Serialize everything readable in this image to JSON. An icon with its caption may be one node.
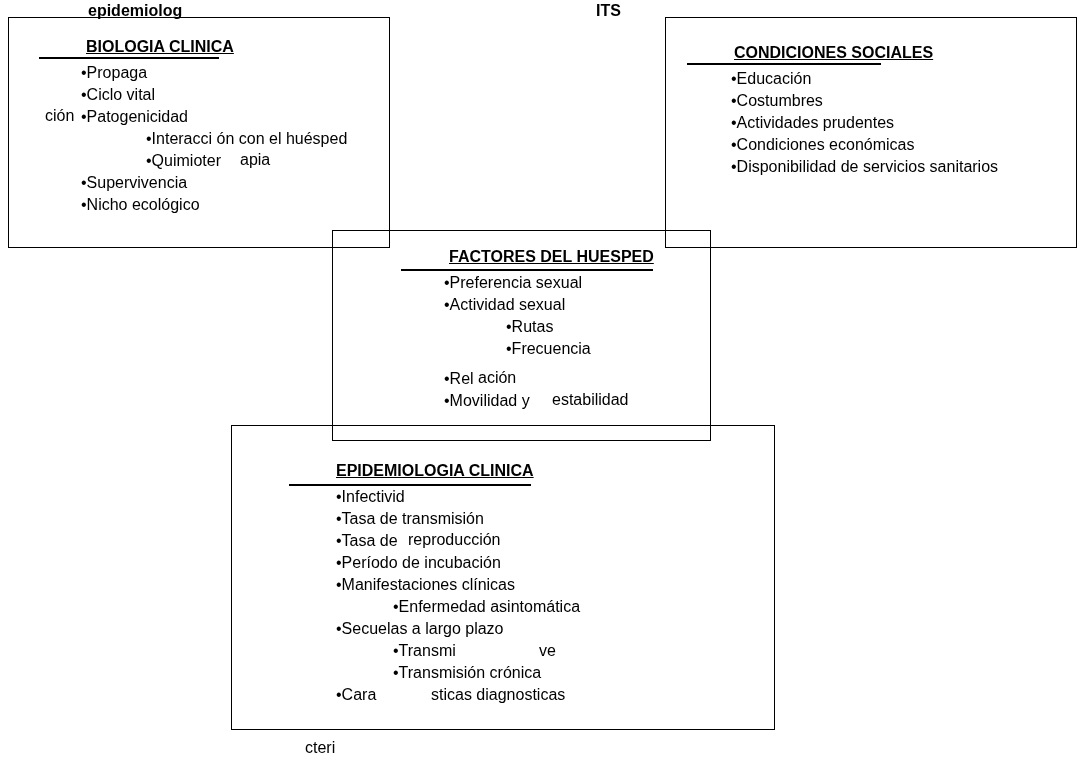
{
  "diagram": {
    "nodes": [
      {
        "text": [
          "BIOLOGIA CLINICA",
          "•Propaga",
          "•Ciclo  vital",
          "•Patogenicidad",
          "•Interacci ón  con el huésped",
          "•Quimioter",
          "•Supervivencia",
          "•Nicho ecológico"
        ]
      },
      {
        "text": [
          "CONDICIONES SOCIALES",
          "•Educación",
          "•Costumbres",
          "•Actividades prudentes",
          "•Condiciones económicas",
          "•Disponibilidad de servicios sanitarios"
        ]
      },
      {
        "text": [
          "FACTORES DEL HUESPED",
          "•Preferencia sexual",
          "•Actividad sexual",
          "•Rutas",
          "•Frecuencia",
          "•Rel",
          "•Movilidad y"
        ]
      },
      {
        "text": [
          "EPIDEMIOLOGIA CLINICA",
          "•Infectivid",
          "•Tasa de transmisión",
          "•Tasa de",
          "•Período de incubación",
          "•Manifestaciones  clínicas",
          "•Enfermedad asintomática",
          "•Secuelas a largo plazo",
          "•Transmi",
          "ve",
          "•Transmisión crónica",
          "•Cara",
          "sticas diagnosticas"
        ]
      }
    ],
    "labels": [
      "epidemiolog",
      "ITS",
      "ción",
      "apia",
      "ación",
      "estabilidad",
      "reproducción",
      "cteri"
    ]
  }
}
